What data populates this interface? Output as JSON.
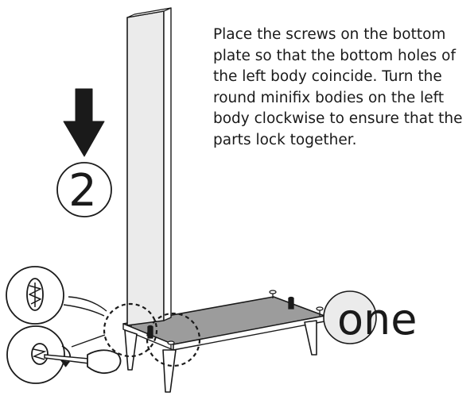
{
  "instruction": {
    "text": "Place the screws on the bottom plate so that the bottom holes of the left body coincide. Turn the round minifix bodies on the left body clockwise to ensure that the parts lock together."
  },
  "step_label": "2",
  "part_label": "one",
  "colors": {
    "line": "#1a1a1a",
    "panel_fill": "#ebebeb",
    "panel_edge": "#cfcfcf",
    "plate_fill": "#9c9c9c",
    "plate_edge": "#7d7d7d",
    "leg_fill": "#ffffff",
    "arrow": "#1a1a1a"
  },
  "icons": {
    "arrow": "down-arrow-icon",
    "minifix_top": "minifix-detail-icon",
    "screwdriver": "screwdriver-detail-icon"
  }
}
